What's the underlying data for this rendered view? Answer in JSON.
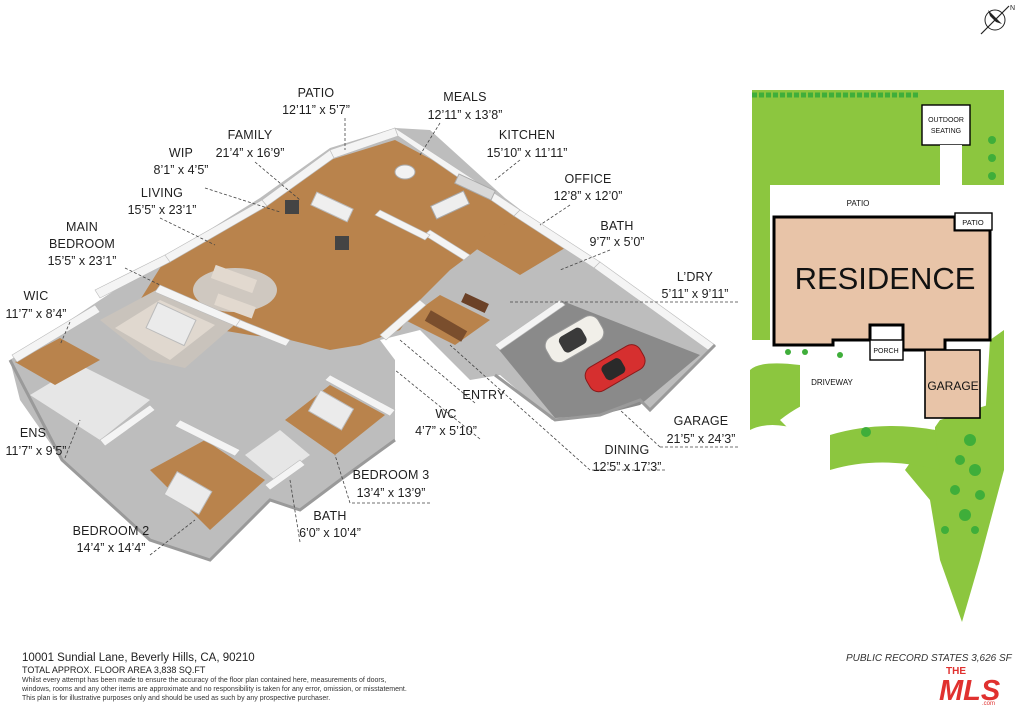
{
  "rooms": [
    {
      "name": "PATIO",
      "dim": "12’11” x 5’7”"
    },
    {
      "name": "MEALS",
      "dim": "12’11” x 13’8”"
    },
    {
      "name": "FAMILY",
      "dim": "21’4” x 16’9”"
    },
    {
      "name": "KITCHEN",
      "dim": "15’10” x 11’11”"
    },
    {
      "name": "WIP",
      "dim": "8’1” x 4’5”"
    },
    {
      "name": "OFFICE",
      "dim": "12’8” x 12’0”"
    },
    {
      "name": "LIVING",
      "dim": "15’5” x 23’1”"
    },
    {
      "name": "BATH",
      "dim": "9’7” x 5’0”"
    },
    {
      "name": "MAIN BEDROOM",
      "dim": "15’5” x 23’1”"
    },
    {
      "name": "L’DRY",
      "dim": "5’11” x 9’11”"
    },
    {
      "name": "WIC",
      "dim": "11’7” x 8’4”"
    },
    {
      "name": "ENTRY",
      "dim": ""
    },
    {
      "name": "GARAGE",
      "dim": "21’5” x 24’3”"
    },
    {
      "name": "ENS",
      "dim": "11’7” x 9’5”"
    },
    {
      "name": "WC",
      "dim": "4’7” x 5’10”"
    },
    {
      "name": "DINING",
      "dim": "12’5” x 17’3”"
    },
    {
      "name": "BEDROOM 3",
      "dim": "13’4” x 13’9”"
    },
    {
      "name": "BEDROOM 2",
      "dim": "14’4” x 14’4”"
    },
    {
      "name": "BATH",
      "dim": "6’0” x 10’4”"
    }
  ],
  "siteplan": {
    "residence": "RESIDENCE",
    "garage": "GARAGE",
    "porch": "PORCH",
    "patio_top": "PATIO",
    "patio_small": "PATIO",
    "outdoor_line1": "OUTDOOR",
    "outdoor_line2": "SEATING",
    "driveway": "DRIVEWAY"
  },
  "compass": "N",
  "footer": {
    "address": "10001 Sundial Lane, Beverly Hills, CA, 90210",
    "area": "TOTAL APPROX. FLOOR AREA 3,838 SQ.FT",
    "disclaimer1": "Whilst every attempt has been made to ensure the accuracy of the floor plan contained here, measurements of doors,",
    "disclaimer2": "windows, rooms and any other items are approximate and no responsibility is taken for any error, omission, or misstatement.",
    "disclaimer3": "This plan is for illustrative purposes only and should be used as such by any prospective purchaser."
  },
  "public_record": "PUBLIC RECORD STATES 3,626 SF",
  "mls_logo": {
    "the": "THE",
    "mls": "MLS",
    "com": ".com"
  },
  "colors": {
    "floor": "#b9834c",
    "wall": "#f4f4f4",
    "wallSide": "#c9c9c9",
    "residence": "#e8c4a8",
    "grass": "#8cc63f",
    "garageFloor": "#8a8a8a",
    "mlsRed": "#e0312f"
  }
}
